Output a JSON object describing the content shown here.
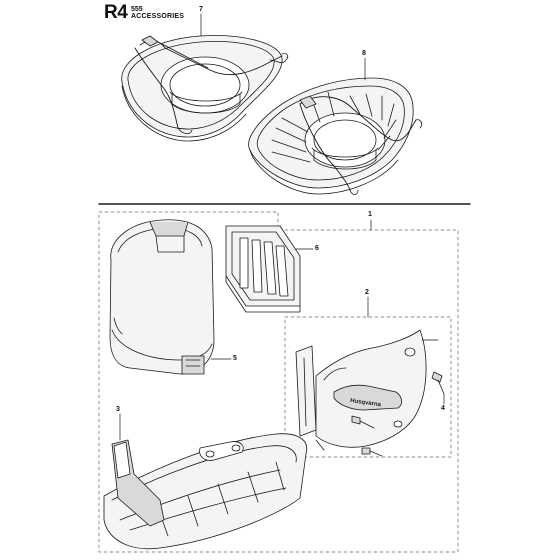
{
  "header": {
    "code": "R4",
    "model": "555",
    "title": "ACCESSORIES"
  },
  "callouts": {
    "c1": "1",
    "c2": "2",
    "c3": "3",
    "c4": "4",
    "c5": "5",
    "c6": "6",
    "c7": "7",
    "c8": "8"
  },
  "colors": {
    "ink": "#1a1a1a",
    "light_ink": "#6a6a6a",
    "part_fill": "#f4f4f4",
    "shade_fill": "#d9d9d9"
  }
}
